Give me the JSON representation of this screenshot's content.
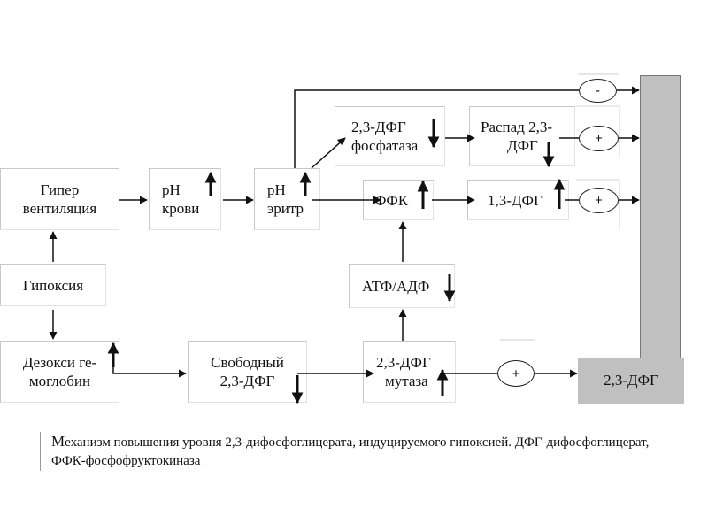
{
  "nodes": {
    "hyperventilation": [
      "Гипер",
      "вентиляция"
    ],
    "ph_blood": [
      "pH",
      "крови"
    ],
    "ph_erythrocyte": [
      "pH",
      "эритр"
    ],
    "dpg_phosphatase": [
      "2,3-ДФГ",
      "фосфатаза"
    ],
    "dpg_breakdown": [
      "Распад 2,3-",
      "ДФГ"
    ],
    "pfk": [
      "ФФК"
    ],
    "bpg_13": [
      "1,3-ДФГ"
    ],
    "hypoxia": [
      "Гипоксия"
    ],
    "atp_adp": [
      "АТФ/АДФ"
    ],
    "deoxyhemoglobin": [
      "Дезокси ге-",
      "моглобин"
    ],
    "free_dpg": [
      "Свободный",
      "2,3-ДФГ"
    ],
    "dpg_mutase": [
      "2,3-ДФГ",
      "мутаза"
    ],
    "dpg_result": "2,3-ДФГ"
  },
  "signs": {
    "minus": "-",
    "plus": "+"
  },
  "caption": {
    "first_letter": "М",
    "text": "еханизм повышения уровня 2,3-дифосфоглицерата, индуцируемого гипоксией. ДФГ-дифосфоглицерат, ФФК-фосфофруктокиназа"
  }
}
